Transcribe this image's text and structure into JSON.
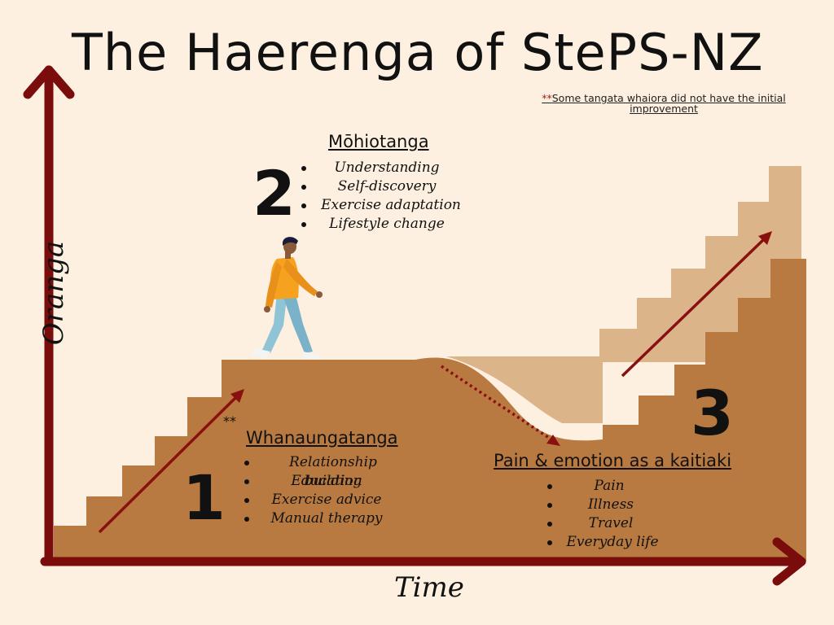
{
  "title": "The Haerenga of StePS-NZ",
  "note": {
    "marker": "**",
    "text": "Some tangata whaiora did not have the initial improvement"
  },
  "axes": {
    "y_label": "Oranga",
    "x_label": "Time"
  },
  "stages": [
    {
      "number": "1",
      "heading": "Whanaungatanga",
      "marker": "**",
      "items": [
        "Relationship building",
        "Education",
        "Exercise advice",
        "Manual therapy"
      ]
    },
    {
      "number": "2",
      "heading": "Mōhiotanga",
      "items": [
        "Understanding",
        "Self-discovery",
        "Exercise adaptation",
        "Lifestyle change"
      ]
    },
    {
      "number": "3",
      "heading": "Pain & emotion as a kaitiaki",
      "items": [
        "Pain",
        "Illness",
        "Travel",
        "Everyday life"
      ]
    }
  ],
  "colors": {
    "background": "#fdf0e0",
    "ground": "#b87a40",
    "ghost_stairs": "#dcb48a",
    "axis": "#7a0c0c",
    "arrow": "#8a1010"
  }
}
